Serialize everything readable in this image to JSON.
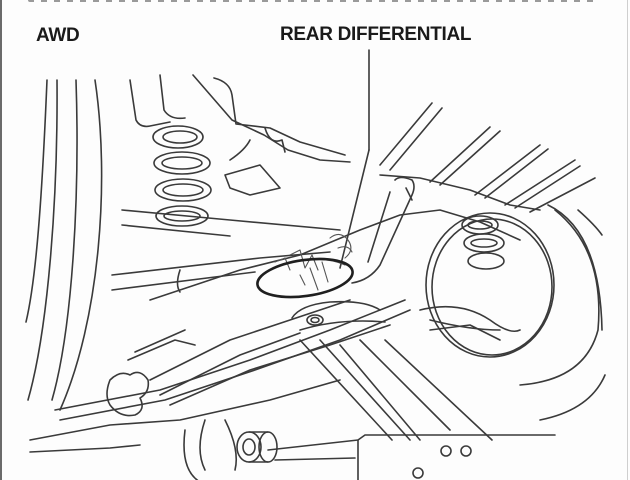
{
  "diagram": {
    "labels": {
      "drivetrain": "AWD",
      "callout": "REAR DIFFERENTIAL"
    },
    "description": "Underside view of vehicle rear suspension with floor jack positioned under rear differential (circled)",
    "colors": {
      "line": "#3a3a3a",
      "background": "#fdfdfd",
      "highlight_ellipse": "#1f1f1f"
    },
    "components": [
      "left-tire",
      "left-coil-spring",
      "right-coil-spring",
      "right-wheel",
      "rear-differential",
      "suspension-arms",
      "floor-jack",
      "jack-saddle",
      "jack-wheel",
      "jack-roller"
    ]
  }
}
